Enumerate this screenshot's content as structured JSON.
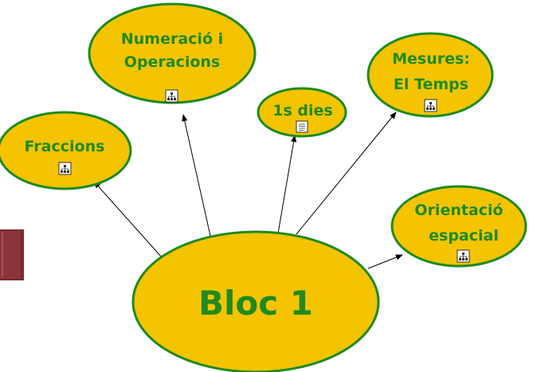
{
  "colors": {
    "node_fill": "#f5c400",
    "node_border": "#1f8a1f",
    "text": "#1f8a1f",
    "edge": "#000000",
    "book_spine": "#7a2a2f"
  },
  "center": {
    "label": "Bloc 1"
  },
  "nodes": [
    {
      "id": "numeracio",
      "lines": [
        "Numeració i",
        "Operacions"
      ],
      "icon": "concept-map-icon"
    },
    {
      "id": "dies",
      "lines": [
        "1s dies"
      ],
      "icon": "document-icon"
    },
    {
      "id": "mesures",
      "lines": [
        "Mesures:",
        "El Temps"
      ],
      "icon": "concept-map-icon"
    },
    {
      "id": "fraccions",
      "lines": [
        "Fraccions"
      ],
      "icon": "concept-map-icon"
    },
    {
      "id": "orientacio",
      "lines": [
        "Orientació",
        "espacial"
      ],
      "icon": "concept-map-icon"
    }
  ]
}
